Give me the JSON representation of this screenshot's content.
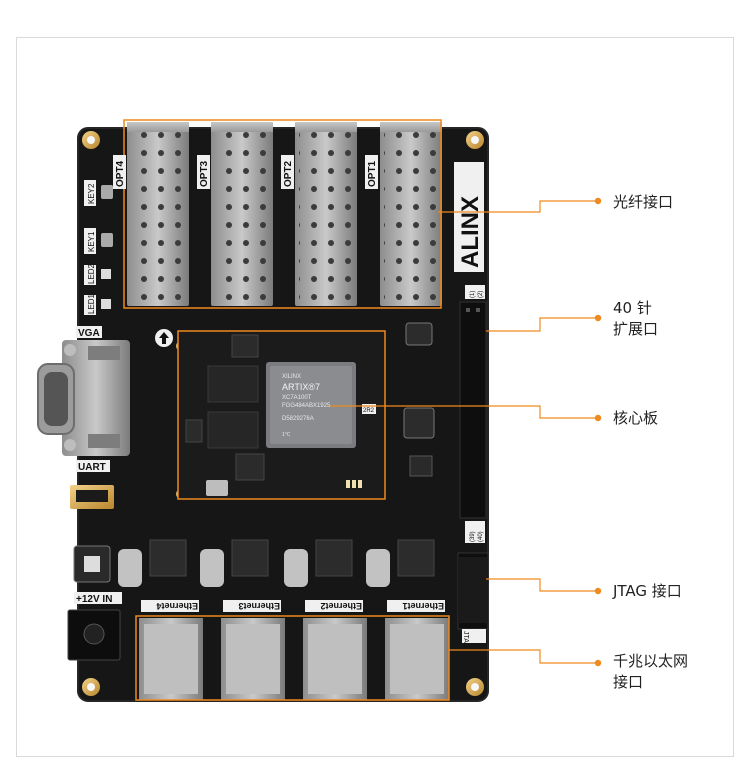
{
  "board": {
    "brand": "ALINX",
    "chip_brand": "XILINX",
    "chip_family": "ARTIX®7",
    "chip_part": "XC7A100T",
    "chip_line3": "FGG484ABX1925",
    "chip_line4": "D5829276A",
    "chip_line5": "1°C",
    "opt_labels": [
      "OPT4",
      "OPT3",
      "OPT2",
      "OPT1"
    ],
    "eth_labels": [
      "Ethernet4",
      "Ethernet3",
      "Ethernet2",
      "Ethernet1"
    ],
    "silk_vga": "VGA",
    "silk_uart": "UART",
    "silk_power": "+12V IN",
    "silk_key2": "KEY2",
    "silk_key1": "KEY1",
    "silk_led2": "LED2",
    "silk_led1": "LED1",
    "silk_jtag": "JTAG",
    "silk_pin1": "(1)",
    "silk_pin2": "(2)",
    "silk_pin39": "(39)",
    "silk_pin40": "(40)",
    "silk_2r2": "2R2"
  },
  "callouts": [
    {
      "text": "光纤接口"
    },
    {
      "line1": "40 针",
      "line2": "扩展口"
    },
    {
      "text": "核心板"
    },
    {
      "text": "JTAG 接口"
    },
    {
      "line1": "千兆以太网",
      "line2": "接口"
    }
  ],
  "colors": {
    "accent": "#ef8a1e",
    "pcb": "#161616",
    "label_text": "#222222"
  }
}
